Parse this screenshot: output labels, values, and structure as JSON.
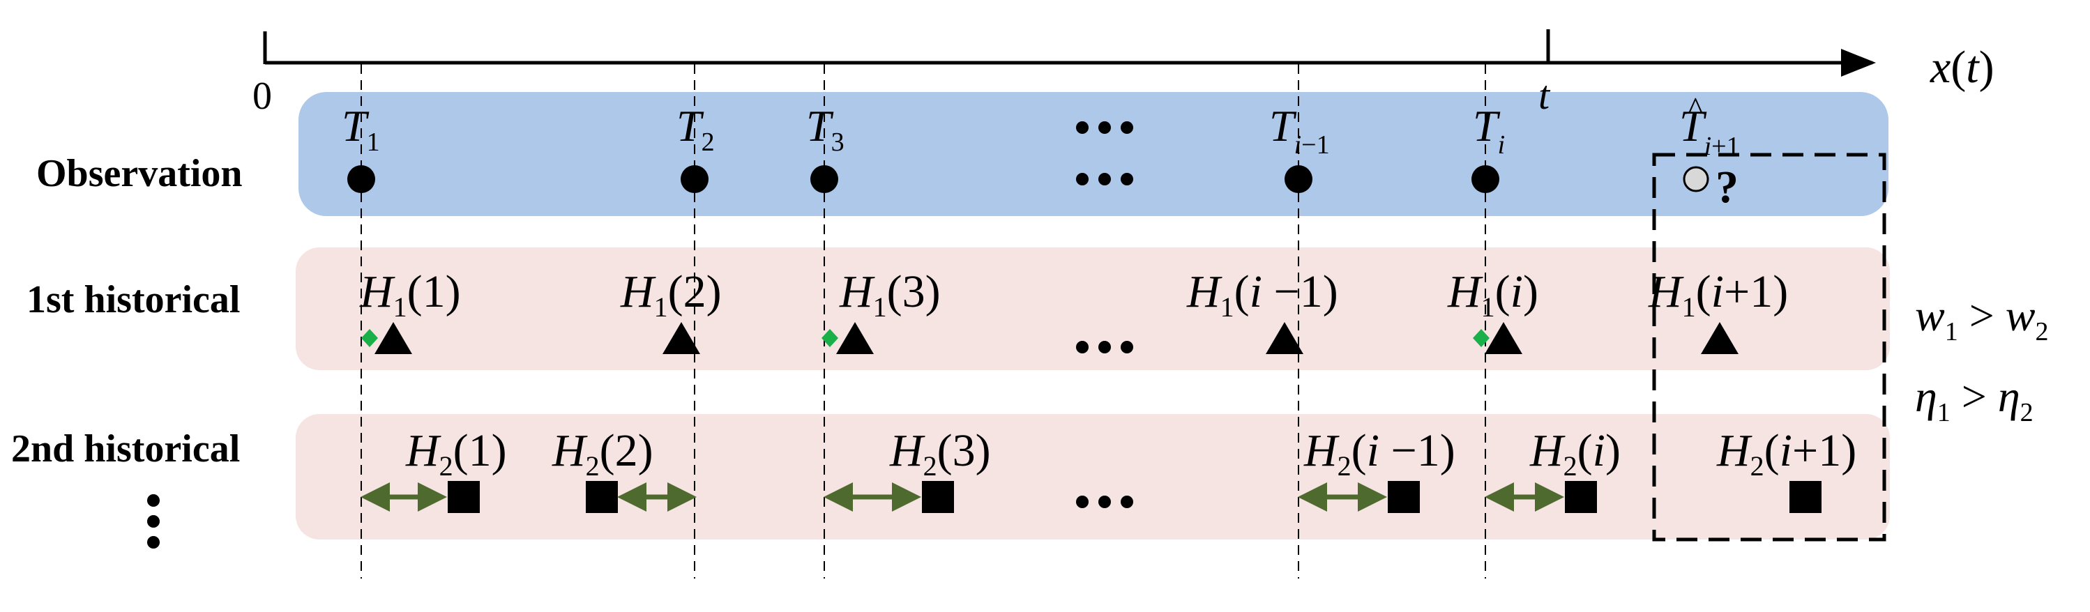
{
  "colors": {
    "observation_band": "#aec8ea",
    "historical_band": "#f5e4e2",
    "green_arrow": "#4e6a2e",
    "green_diamond": "#19b04a",
    "predicted_dot": "#d8d8d8"
  },
  "axis": {
    "origin_label": "0",
    "t_label": "t",
    "x_prefix": "x",
    "x_open": "(",
    "x_var": "t",
    "x_close": ")"
  },
  "rows": {
    "observation": "Observation",
    "historical_1": "1st historical",
    "historical_2": "2nd historical",
    "more": "⋮"
  },
  "observation_labels": {
    "t1_sub": "1",
    "t2_sub": "2",
    "t3_sub": "3",
    "ti_minus1_sub_i": "i",
    "ti_minus1_sub_rest": "−1",
    "ti_sub": "i",
    "t_next_sub_i": "i",
    "t_next_sub_rest": "+1",
    "letter": "T",
    "hat": "^",
    "ellipsis": "•••",
    "question": "?"
  },
  "h1_labels": {
    "letter": "H",
    "sub": "1",
    "a1": "(1)",
    "a2": "(2)",
    "a3": "(3)",
    "open": "(",
    "var": "i",
    "minus": " −1)",
    "plus": "+1)",
    "close": ")",
    "ellipsis": "•••"
  },
  "h2_labels": {
    "letter": "H",
    "sub": "2",
    "a1": "(1)",
    "a2": "(2)",
    "a3": "(3)",
    "open": "(",
    "var": "i",
    "minus": " −1)",
    "plus": "+1)",
    "close": ")",
    "ellipsis": "•••"
  },
  "conditions": {
    "w_letter": "w",
    "w_sub1": "1",
    "w_sub2": "2",
    "eta_letter": "η",
    "eta_sub1": "1",
    "eta_sub2": "2",
    "gt": " > "
  }
}
